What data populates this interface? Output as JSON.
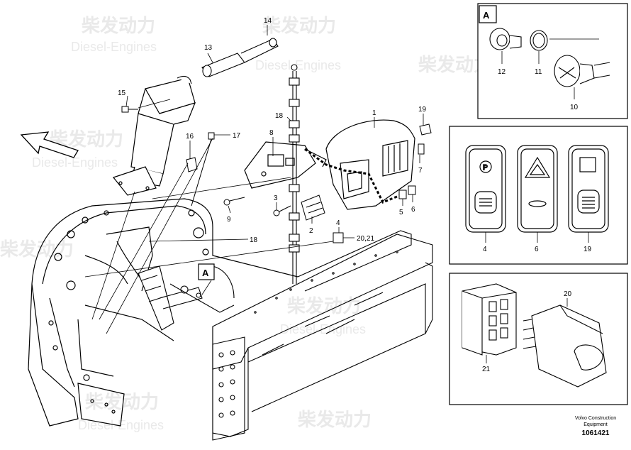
{
  "watermark": {
    "cn": "柴发动力",
    "en": "Diesel-Engines"
  },
  "callouts": {
    "c1": "1",
    "c2": "2",
    "c3": "3",
    "c4": "4",
    "c5": "5",
    "c6": "6",
    "c7": "7",
    "c8": "8",
    "c9": "9",
    "c10": "10",
    "c11": "11",
    "c12": "12",
    "c13": "13",
    "c14": "14",
    "c15": "15",
    "c16": "16",
    "c17": "17",
    "c18a": "18",
    "c18b": "18",
    "c19": "19",
    "c19b": "19",
    "c20": "20",
    "c20_21": "20,21",
    "c21": "21",
    "c4b": "4",
    "c6b": "6"
  },
  "detail_marker": "A",
  "inset_a_tag": "A",
  "footer": {
    "company_line1": "Volvo Construction",
    "company_line2": "Equipment",
    "drawing_number": "1061421"
  },
  "colors": {
    "line": "#000000",
    "watermark": "#d8d8d8"
  }
}
